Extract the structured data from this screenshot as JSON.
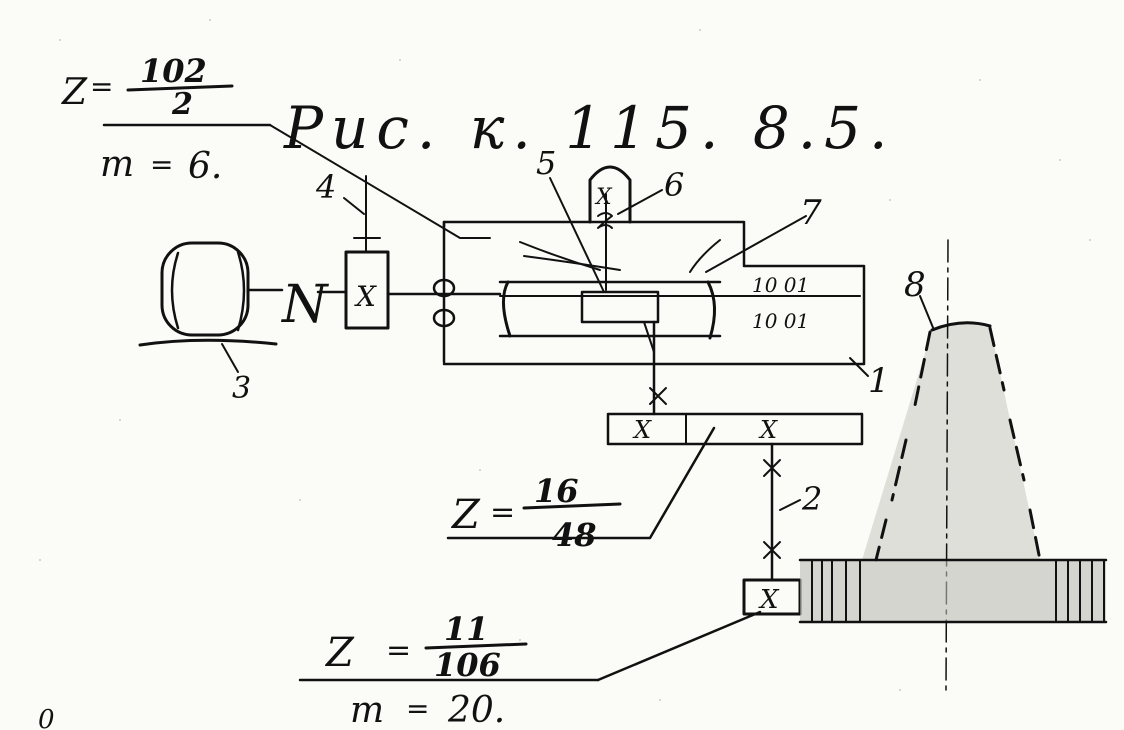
{
  "caption": "Рис. к. 115. 8.5.",
  "gear_top": {
    "z_label": "Z",
    "z_numerator": "102",
    "z_denominator": "2",
    "m_label": "m",
    "m_value": "6."
  },
  "gear_middle": {
    "z_label": "Z",
    "z_numerator": "16",
    "z_denominator": "48"
  },
  "gear_bottom": {
    "z_label": "Z",
    "z_numerator": "11",
    "z_denominator": "106",
    "m_label": "m",
    "m_value": "20."
  },
  "labels": {
    "n1": "1",
    "n2": "2",
    "n3": "3",
    "n4": "4",
    "n5": "5",
    "n6": "6",
    "n7": "7",
    "n8": "8",
    "coupling": "N",
    "ratio_upper": "10 01",
    "ratio_lower": "10 01",
    "corner_mark": "0"
  },
  "symbols": {
    "cross": "X"
  }
}
